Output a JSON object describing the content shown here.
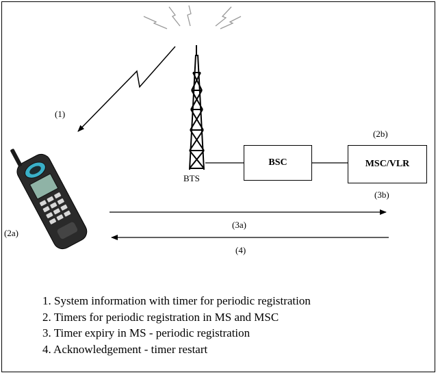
{
  "nodes": {
    "bts": "BTS",
    "bsc": "BSC",
    "msc_vlr": "MSC/VLR"
  },
  "step_labels": {
    "s1": "(1)",
    "s2a": "(2a)",
    "s2b": "(2b)",
    "s3a": "(3a)",
    "s3b": "(3b)",
    "s4": "(4)"
  },
  "legend": [
    "1. System information with timer for periodic registration",
    "2. Timers for periodic registration in MS and MSC",
    "3. Timer expiry in MS - periodic registration",
    "4. Acknowledgement - timer restart"
  ],
  "colors": {
    "line": "#000000",
    "phone_body": "#2a2a2a",
    "phone_screen": "#8fb3a6",
    "phone_accent": "#3ab0c8",
    "radio_waves": "#9a9a9a"
  }
}
